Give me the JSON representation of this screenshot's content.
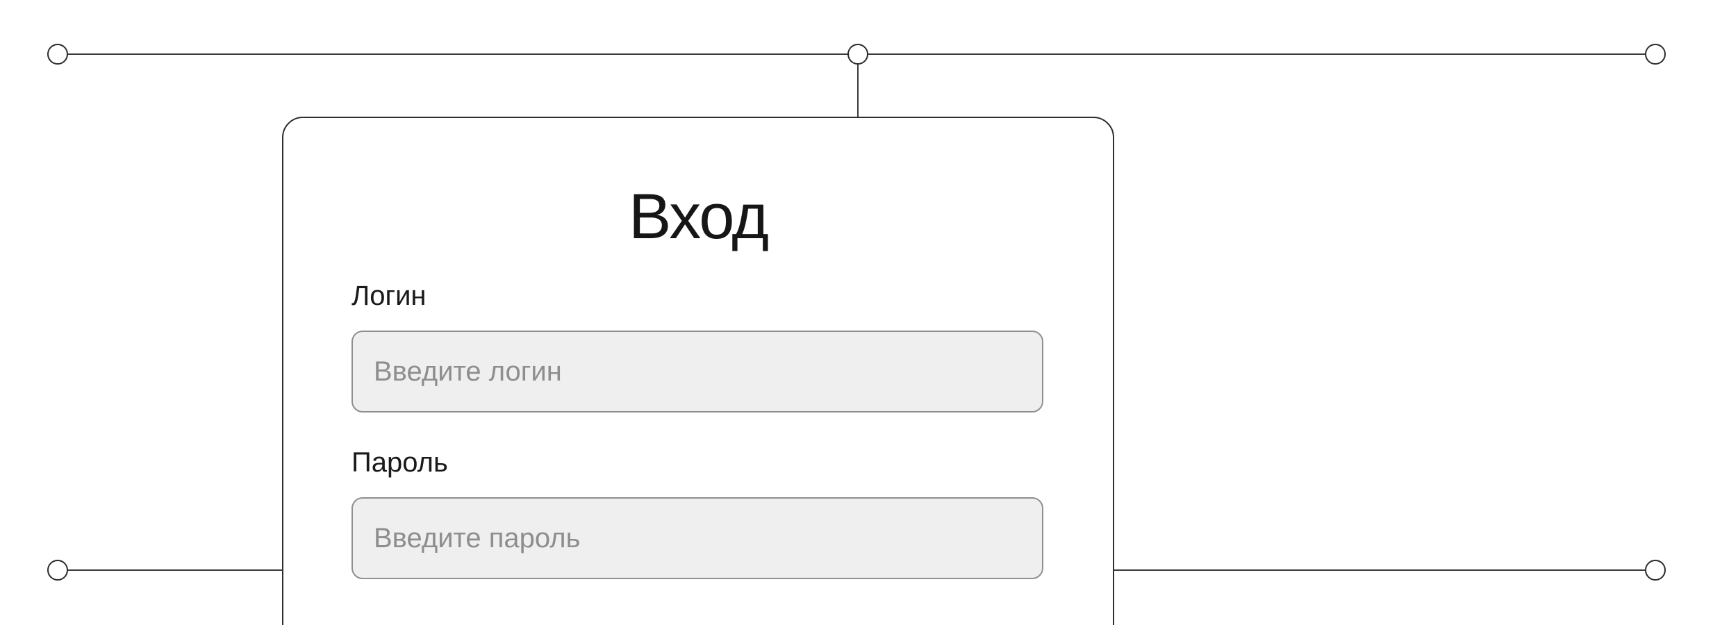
{
  "login_form": {
    "title": "Вход",
    "login": {
      "label": "Логин",
      "value": "",
      "placeholder": "Введите логин"
    },
    "password": {
      "label": "Пароль",
      "value": "",
      "placeholder": "Введите пароль"
    }
  },
  "colors": {
    "background": "#ffffff",
    "line": "#3a3a3a",
    "input_background": "#efefef",
    "input_border": "#8f8f8f",
    "placeholder_text": "#8e8e8e",
    "text": "#1a1a1a"
  }
}
